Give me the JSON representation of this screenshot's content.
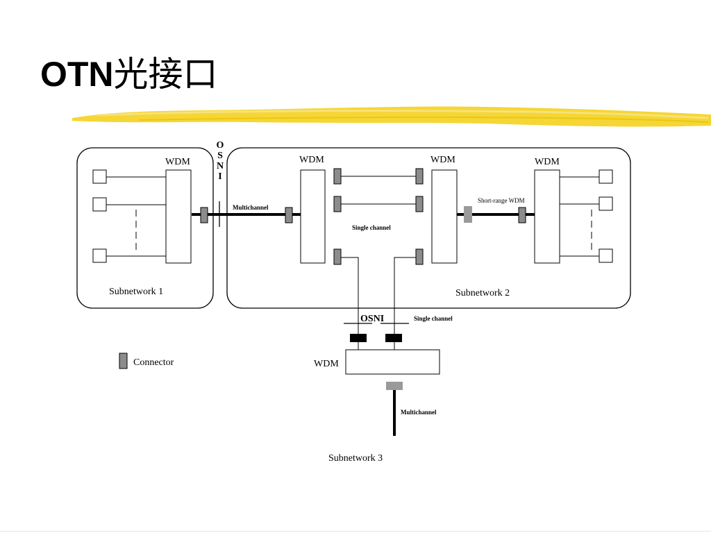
{
  "title": {
    "latin": "OTN",
    "cjk": "光接口"
  },
  "colors": {
    "highlighter": "#f4d21f",
    "connector": "#8c8c8c",
    "line": "#000000"
  },
  "wdm_label": "WDM",
  "osni_label": "OSNI",
  "multichannel_label": "Multichannel",
  "single_channel_label": "Single channel",
  "short_range_label": "Short-range WDM",
  "subnetwork_1_label": "Subnetwork 1",
  "subnetwork_2_label": "Subnetwork 2",
  "subnetwork_3_label": "Subnetwork 3",
  "legend_label": "Connector"
}
